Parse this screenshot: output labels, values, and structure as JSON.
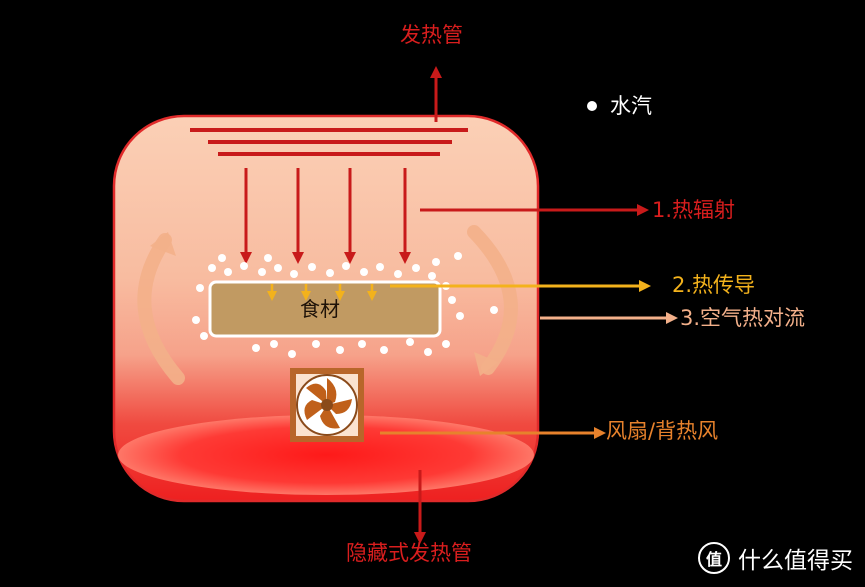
{
  "labels": {
    "top_heater": "发热管",
    "steam": "水汽",
    "radiation": "1.热辐射",
    "conduction": "2.热传导",
    "convection": "3.空气热对流",
    "fan": "风扇/背热风",
    "hidden_heater": "隐藏式发热管",
    "food": "食材"
  },
  "watermark": {
    "text": "什么值得买",
    "badge": "值"
  },
  "colors": {
    "red": "#d91e1e",
    "yellow": "#f3b21c",
    "peach": "#f3b08a",
    "orange": "#e7822c",
    "food": "#c19a62"
  },
  "icons": {
    "fan": "fan-icon",
    "steam_bullet": "bullet-icon"
  }
}
